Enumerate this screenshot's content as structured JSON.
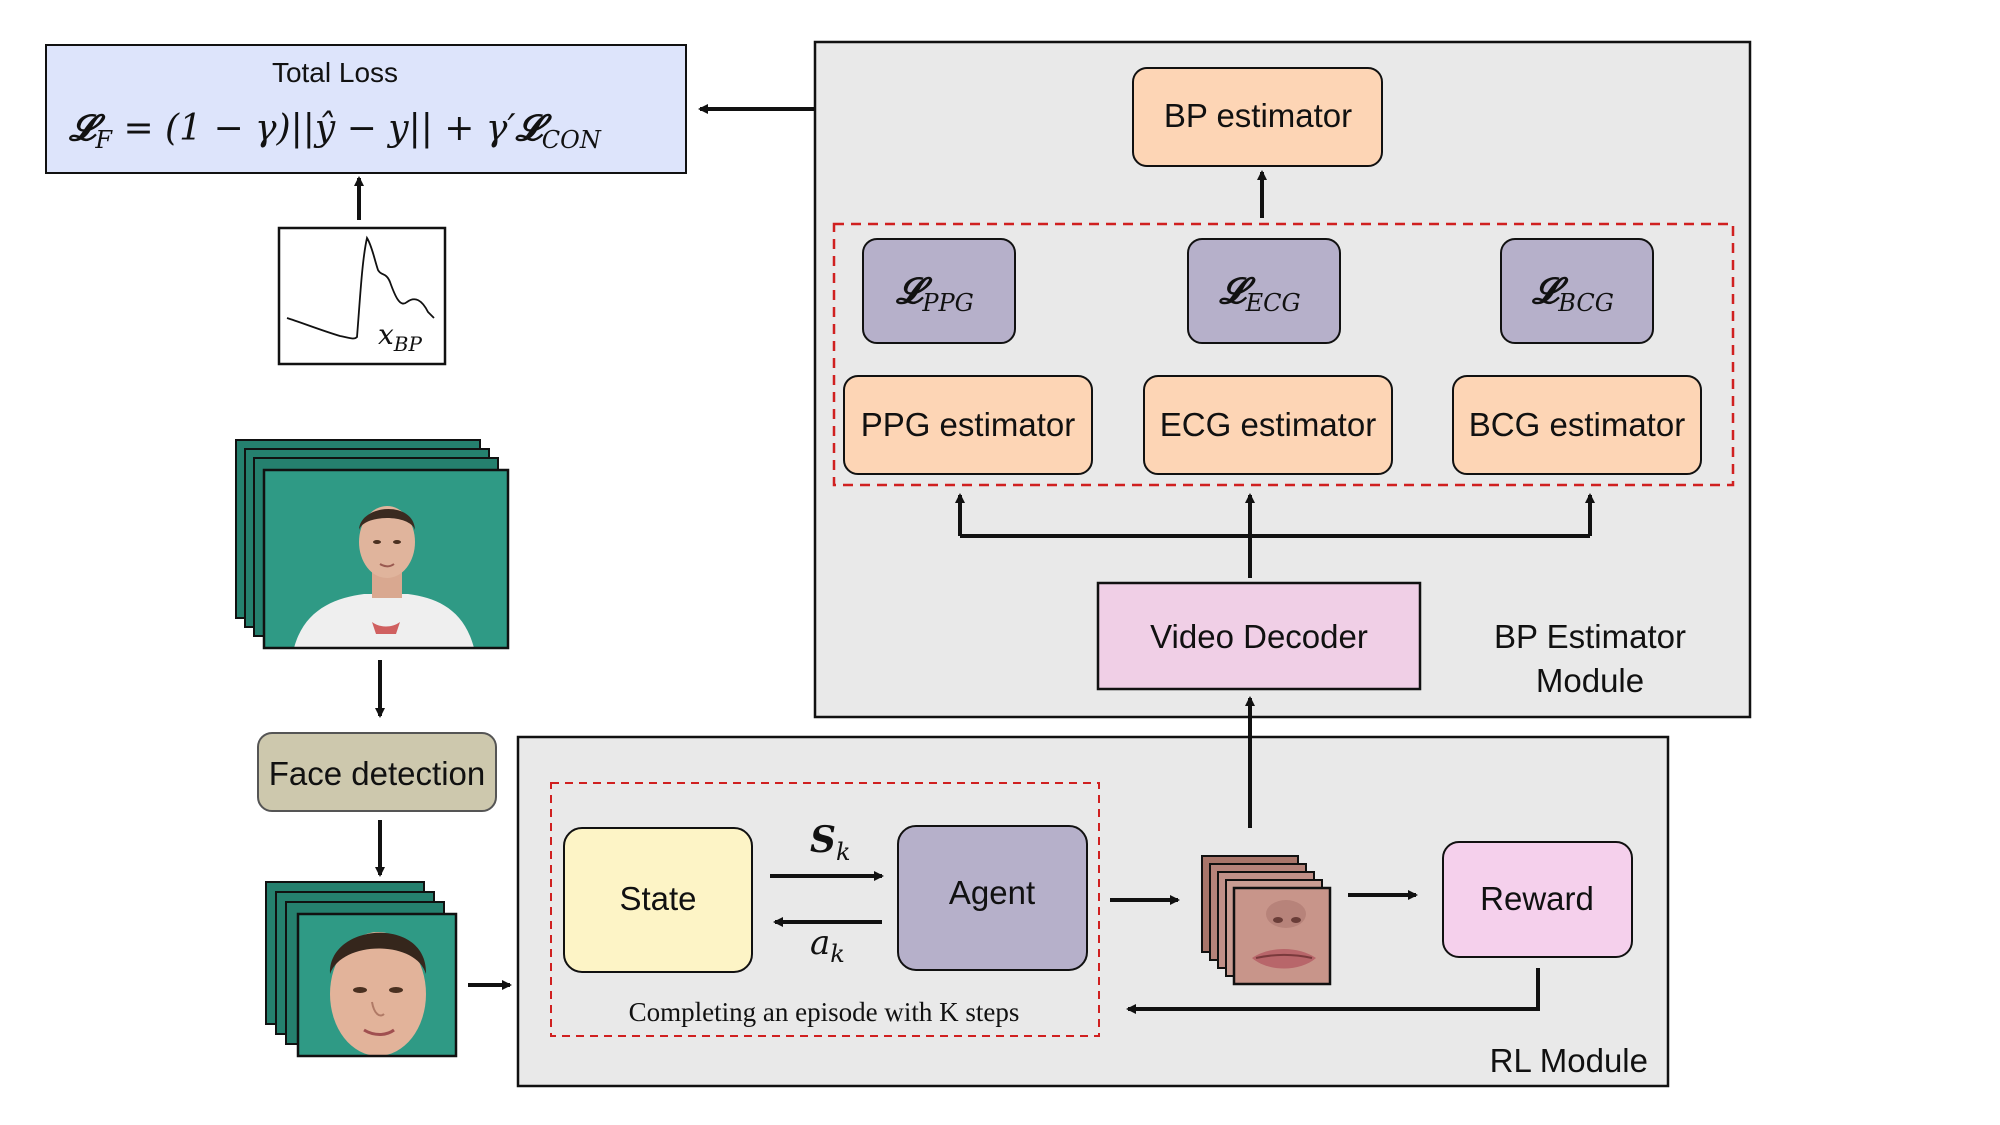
{
  "total_loss": {
    "title": "Total Loss",
    "formula": "𝓛F = (1 − γ)||ŷ − y|| + γ′𝓛CON",
    "formula_parts": [
      "𝓛",
      "F",
      " = (1 − γ)||ŷ − y|| + γ′",
      "𝓛",
      "CON"
    ]
  },
  "bp_plot": {
    "var": "x",
    "sub": "BP"
  },
  "preprocess": {
    "face_detection": "Face detection"
  },
  "bp_module": {
    "title_line1": "BP Estimator",
    "title_line2": "Module",
    "bp_estimator": "BP estimator",
    "video_decoder": "Video Decoder",
    "losses": [
      {
        "sym": "𝓛",
        "sub": "PPG"
      },
      {
        "sym": "𝓛",
        "sub": "ECG"
      },
      {
        "sym": "𝓛",
        "sub": "BCG"
      }
    ],
    "estimators": [
      "PPG estimator",
      "ECG estimator",
      "BCG estimator"
    ]
  },
  "rl_module": {
    "title": "RL Module",
    "state": "State",
    "agent": "Agent",
    "reward": "Reward",
    "s_sym": "S",
    "s_sub": "k",
    "a_sym": "a",
    "a_sub": "k",
    "episode_caption": "Completing an episode with K steps"
  },
  "colors": {
    "loss_box": "#dde4fb",
    "module_bg": "#e9e9e9",
    "estimator": "#fdd5b5",
    "loss_node": "#b6b0ca",
    "decoder": "#f0cfe6",
    "reward": "#f5d0ec",
    "state": "#fdf4c6",
    "agent": "#b6b0ca",
    "face_detection": "#cdc8ad",
    "dashed": "#d02020",
    "video_bg": "#2f9a85"
  }
}
